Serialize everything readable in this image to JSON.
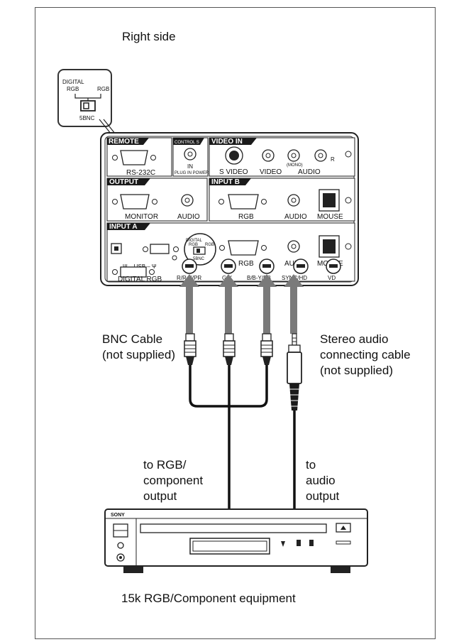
{
  "captions": {
    "right_side": "Right side",
    "bnc_cable_1": "BNC Cable",
    "bnc_cable_2": "(not supplied)",
    "stereo_1": "Stereo audio",
    "stereo_2": "connecting cable",
    "stereo_3": "(not supplied)",
    "to_rgb_1": "to RGB/",
    "to_rgb_2": "component",
    "to_rgb_3": "output",
    "to_audio_1": "to",
    "to_audio_2": "audio",
    "to_audio_3": "output",
    "equipment": "15k RGB/Component equipment"
  },
  "switch_callout": {
    "digital_rgb_1": "DIGITAL",
    "digital_rgb_2": "RGB",
    "rgb": "RGB",
    "bnc": "5BNC"
  },
  "panel": {
    "remote": "REMOTE",
    "rs232c": "RS-232C",
    "control_s": "CONTROL S",
    "in": "IN",
    "plug_in_power": "PLUG IN POWER",
    "video_in": "VIDEO IN",
    "s_video": "S VIDEO",
    "video": "VIDEO",
    "mono": "(MONO)",
    "audio": "AUDIO",
    "r": "R",
    "output": "OUTPUT",
    "monitor": "MONITOR",
    "input_b": "INPUT B",
    "rgb": "RGB",
    "mouse": "MOUSE",
    "input_a": "INPUT A",
    "usb": "Ψ – USB – Ψ",
    "digital_rgb": "DIGITAL RGB",
    "sw_digital": "DIGITAL",
    "sw_rgb_l": "RGB",
    "sw_rgb_r": "RGB",
    "sw_bnc": "5BNC",
    "r_ry_pr": "R/R-Y/PR",
    "g_y": "G/Y",
    "b_by_pb": "B/B-Y/PB",
    "sync_hd": "SYNC/HD",
    "vd": "VD"
  },
  "equipment": {
    "brand": "SONY"
  },
  "colors": {
    "panel_fill": "#f2f2f2",
    "dark": "#1a1a1a",
    "arrow": "#7a7a7a"
  }
}
